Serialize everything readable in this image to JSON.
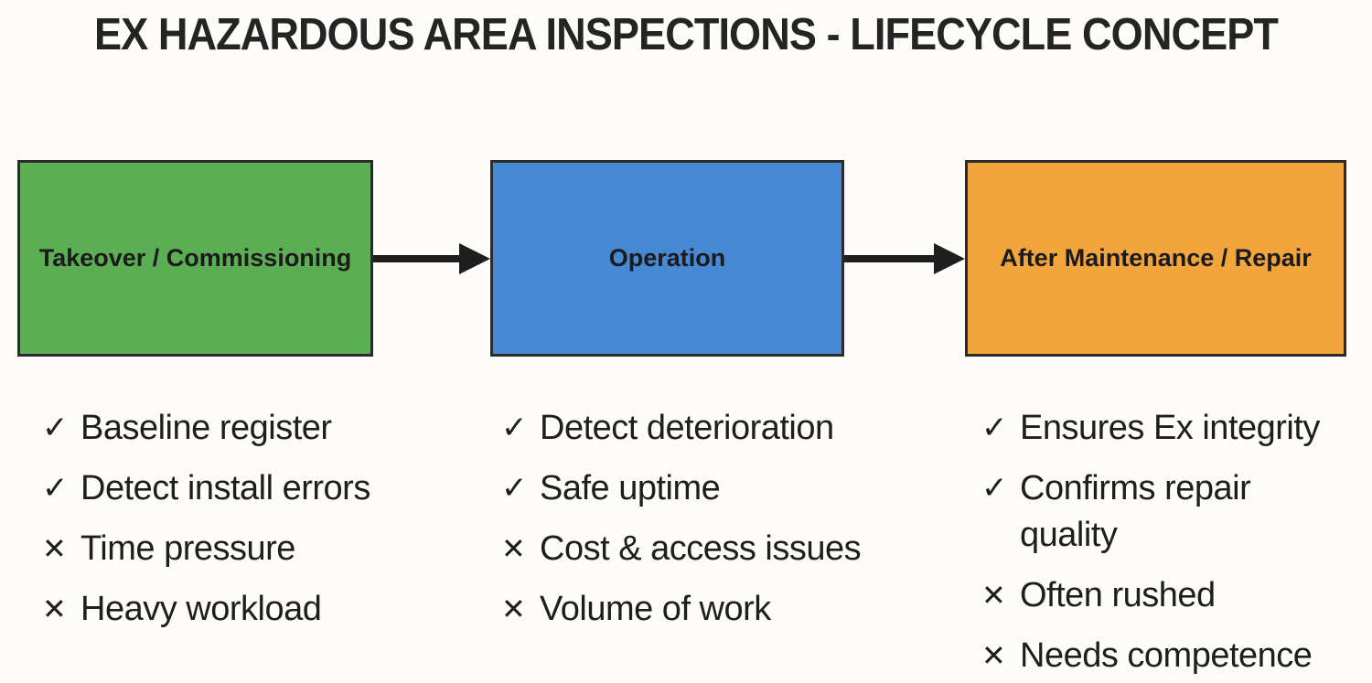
{
  "title": "EX HAZARDOUS AREA INSPECTIONS - LIFECYCLE CONCEPT",
  "colors": {
    "background": "#FDFCF8",
    "title_text": "#242424",
    "label_text": "#1B1B1B",
    "list_text": "#1E1E1E",
    "box_border": "#2B2B2B",
    "arrow": "#1F1F1F",
    "green": "#5BAE53",
    "blue": "#4789D3",
    "orange": "#F2A53C"
  },
  "stages": [
    {
      "label": "Takeover / Commissioning",
      "color": "#5BAE53",
      "items": [
        {
          "kind": "pro",
          "symbol": "✓",
          "text": "Baseline register"
        },
        {
          "kind": "pro",
          "symbol": "✓",
          "text": "Detect install errors"
        },
        {
          "kind": "con",
          "symbol": "✕",
          "text": "Time pressure"
        },
        {
          "kind": "con",
          "symbol": "✕",
          "text": "Heavy workload"
        }
      ]
    },
    {
      "label": "Operation",
      "color": "#4789D3",
      "items": [
        {
          "kind": "pro",
          "symbol": "✓",
          "text": "Detect deterioration"
        },
        {
          "kind": "pro",
          "symbol": "✓",
          "text": "Safe uptime"
        },
        {
          "kind": "con",
          "symbol": "✕",
          "text": "Cost & access issues"
        },
        {
          "kind": "con",
          "symbol": "✕",
          "text": "Volume of work"
        }
      ]
    },
    {
      "label": "After Maintenance / Repair",
      "color": "#F2A53C",
      "items": [
        {
          "kind": "pro",
          "symbol": "✓",
          "text": "Ensures Ex integrity"
        },
        {
          "kind": "pro",
          "symbol": "✓",
          "text": "Confirms repair quality"
        },
        {
          "kind": "con",
          "symbol": "✕",
          "text": "Often rushed"
        },
        {
          "kind": "con",
          "symbol": "✕",
          "text": "Needs competence"
        }
      ]
    }
  ]
}
